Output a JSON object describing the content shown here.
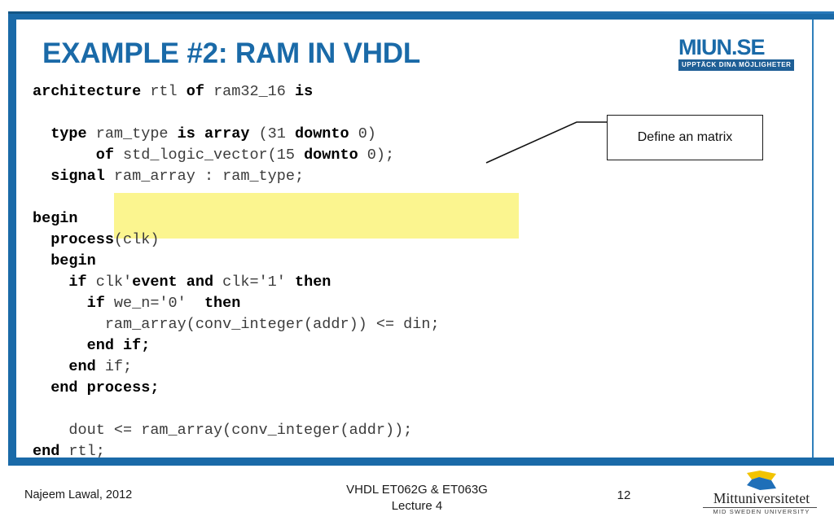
{
  "slide": {
    "title": "EXAMPLE #2: RAM IN VHDL",
    "accent_color": "#1a6aa8",
    "highlight_color": "#fbf58f",
    "page_number": "12"
  },
  "brand": {
    "miun_word": "MIUN.SE",
    "miun_tagline": "UPPTÄCK DINA MÖJLIGHETER",
    "university_name": "Mittuniversitetet",
    "university_sub": "MID SWEDEN UNIVERSITY",
    "mark_top_color": "#f2c300",
    "mark_bottom_color": "#1f6fb8"
  },
  "callout": {
    "text": "Define an matrix"
  },
  "code": {
    "language": "vhdl",
    "lines": [
      {
        "indent": 0,
        "segments": [
          {
            "t": "architecture ",
            "b": true
          },
          {
            "t": "rtl ",
            "b": false
          },
          {
            "t": "of ",
            "b": true
          },
          {
            "t": "ram32_16 ",
            "b": false
          },
          {
            "t": "is",
            "b": true
          }
        ]
      },
      {
        "indent": 0,
        "segments": [
          {
            "t": "",
            "b": false
          }
        ]
      },
      {
        "indent": 0,
        "segments": [
          {
            "t": "  type ",
            "b": true
          },
          {
            "t": "ram_type ",
            "b": false
          },
          {
            "t": "is array ",
            "b": true
          },
          {
            "t": "(31 ",
            "b": false
          },
          {
            "t": "downto ",
            "b": true
          },
          {
            "t": "0)",
            "b": false
          }
        ]
      },
      {
        "indent": 0,
        "segments": [
          {
            "t": "       of ",
            "b": true
          },
          {
            "t": "std_logic_vector(15 ",
            "b": false
          },
          {
            "t": "downto ",
            "b": true
          },
          {
            "t": "0);",
            "b": false
          }
        ]
      },
      {
        "indent": 0,
        "segments": [
          {
            "t": "  signal ",
            "b": true
          },
          {
            "t": "ram_array : ram_type;",
            "b": false
          }
        ]
      },
      {
        "indent": 0,
        "segments": [
          {
            "t": "",
            "b": false
          }
        ]
      },
      {
        "indent": 0,
        "segments": [
          {
            "t": "begin",
            "b": true
          }
        ]
      },
      {
        "indent": 0,
        "segments": [
          {
            "t": "  process",
            "b": true
          },
          {
            "t": "(clk)",
            "b": false
          }
        ]
      },
      {
        "indent": 0,
        "segments": [
          {
            "t": "  begin",
            "b": true
          }
        ]
      },
      {
        "indent": 0,
        "segments": [
          {
            "t": "    if ",
            "b": true
          },
          {
            "t": "clk'",
            "b": false
          },
          {
            "t": "event and ",
            "b": true
          },
          {
            "t": "clk='1' ",
            "b": false
          },
          {
            "t": "then",
            "b": true
          }
        ]
      },
      {
        "indent": 0,
        "segments": [
          {
            "t": "      if ",
            "b": true
          },
          {
            "t": "we_n='0'  ",
            "b": false
          },
          {
            "t": "then",
            "b": true
          }
        ]
      },
      {
        "indent": 0,
        "segments": [
          {
            "t": "        ram_array(conv_integer(addr)) <= din;",
            "b": false
          }
        ]
      },
      {
        "indent": 0,
        "segments": [
          {
            "t": "      end if;",
            "b": true
          }
        ]
      },
      {
        "indent": 0,
        "segments": [
          {
            "t": "    end ",
            "b": true
          },
          {
            "t": "if;",
            "b": false
          }
        ]
      },
      {
        "indent": 0,
        "segments": [
          {
            "t": "  end process;",
            "b": true
          }
        ]
      },
      {
        "indent": 0,
        "segments": [
          {
            "t": "",
            "b": false
          }
        ]
      },
      {
        "indent": 0,
        "segments": [
          {
            "t": "    dout <= ram_array(conv_integer(addr));",
            "b": false
          }
        ]
      },
      {
        "indent": 0,
        "segments": [
          {
            "t": "end ",
            "b": true
          },
          {
            "t": "rtl;",
            "b": false
          }
        ]
      }
    ]
  },
  "footer": {
    "author": "Najeem Lawal, 2012",
    "course_line1": "VHDL ET062G & ET063G",
    "course_line2": "Lecture 4"
  }
}
